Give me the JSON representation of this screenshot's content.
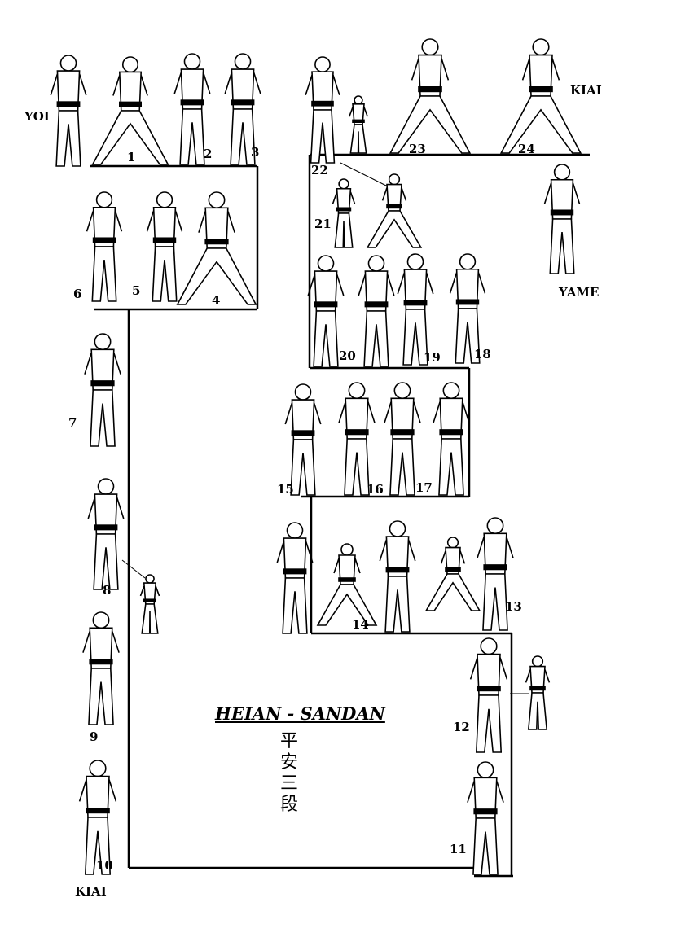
{
  "title": "HEIAN - SANDAN",
  "kanji": [
    "平",
    "安",
    "三",
    "段"
  ],
  "labels": {
    "yoi": "YOI",
    "yame": "YAME",
    "kiai_top": "KIAI",
    "kiai_bottom": "KIAI"
  },
  "steps": [
    "1",
    "2",
    "3",
    "4",
    "5",
    "6",
    "7",
    "8",
    "9",
    "10",
    "11",
    "12",
    "13",
    "14",
    "15",
    "16",
    "17",
    "18",
    "19",
    "20",
    "21",
    "22",
    "23",
    "24"
  ],
  "colors": {
    "ink": "#000000",
    "paper": "#ffffff"
  }
}
